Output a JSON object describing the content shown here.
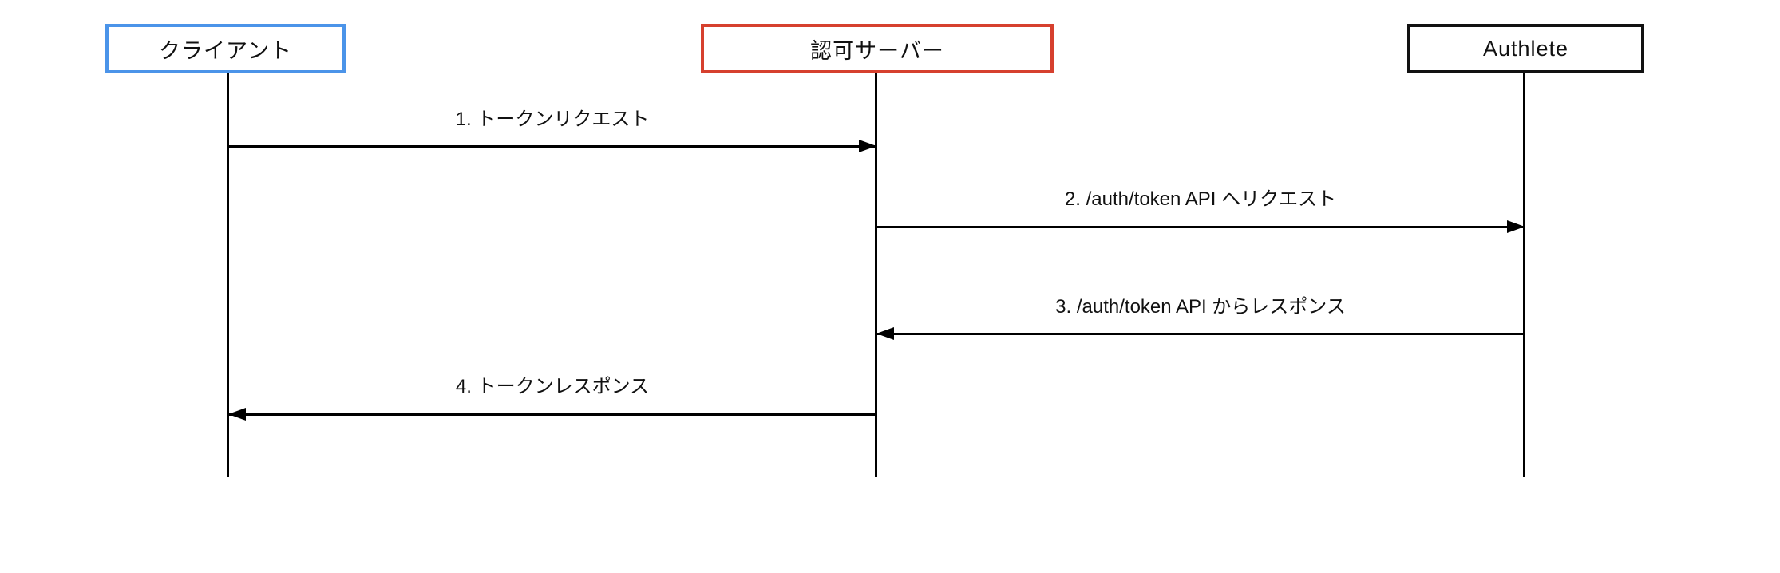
{
  "diagram": {
    "type": "sequence-diagram",
    "background_color": "#ffffff",
    "line_color": "#000000",
    "actors": [
      {
        "id": "client",
        "label": "クライアント",
        "border_color": "#4b94e9"
      },
      {
        "id": "authorization-server",
        "label": "認可サーバー",
        "border_color": "#d6402e"
      },
      {
        "id": "authlete",
        "label": "Authlete",
        "border_color": "#111111"
      }
    ],
    "messages": [
      {
        "seq": 1,
        "label": "1. トークンリクエスト",
        "from": "client",
        "to": "authorization-server",
        "direction": "right"
      },
      {
        "seq": 2,
        "label": "2. /auth/token API へリクエスト",
        "from": "authorization-server",
        "to": "authlete",
        "direction": "right"
      },
      {
        "seq": 3,
        "label": "3. /auth/token API からレスポンス",
        "from": "authlete",
        "to": "authorization-server",
        "direction": "left"
      },
      {
        "seq": 4,
        "label": "4. トークンレスポンス",
        "from": "authorization-server",
        "to": "client",
        "direction": "left"
      }
    ]
  }
}
